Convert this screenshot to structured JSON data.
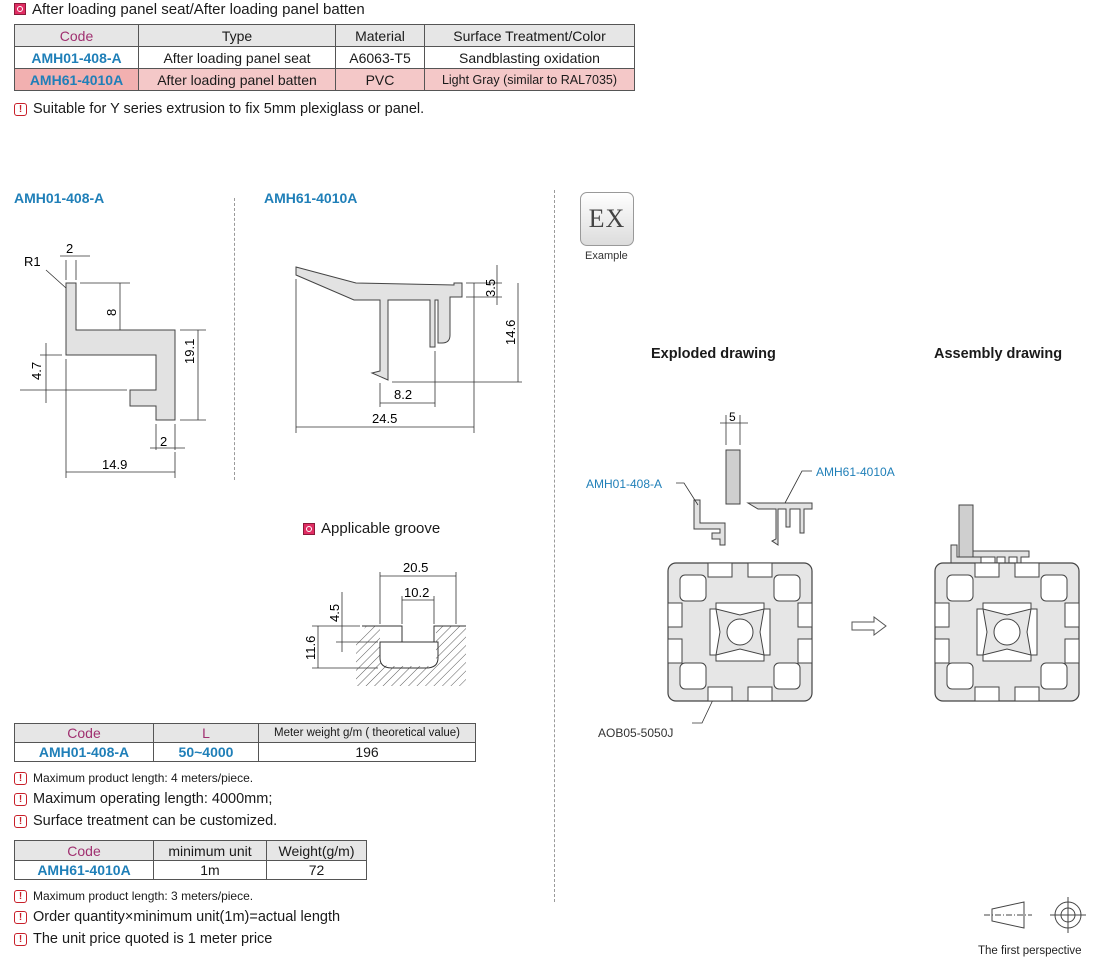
{
  "header": {
    "title": "After loading panel seat/After loading panel batten"
  },
  "spec_table": {
    "headers": [
      "Code",
      "Type",
      "Material",
      "Surface Treatment/Color"
    ],
    "rows": [
      [
        "AMH01-408-A",
        "After loading panel seat",
        "A6063-T5",
        "Sandblasting oxidation"
      ],
      [
        "AMH61-4010A",
        "After loading panel batten",
        "PVC",
        "Light Gray (similar to RAL7035)"
      ]
    ]
  },
  "suitability_note": "Suitable for Y series extrusion to fix 5mm plexiglass or panel.",
  "drawing_left": {
    "title": "AMH01-408-A",
    "dims": {
      "r1": "R1",
      "d2_top": "2",
      "d8": "8",
      "d4_7": "4.7",
      "d19_1": "19.1",
      "d2_bottom": "2",
      "d14_9": "14.9"
    }
  },
  "drawing_mid": {
    "title": "AMH61-4010A",
    "dims": {
      "d3_5": "3.5",
      "d14_6": "14.6",
      "d8_2": "8.2",
      "d24_5": "24.5"
    }
  },
  "groove": {
    "title": "Applicable groove",
    "dims": {
      "d20_5": "20.5",
      "d10_2": "10.2",
      "d4_5": "4.5",
      "d11_6": "11.6"
    }
  },
  "example": {
    "badge": "EX",
    "badge_caption": "Example",
    "exploded_title": "Exploded drawing",
    "assembly_title": "Assembly drawing",
    "dim_5": "5",
    "label_seat": "AMH01-408-A",
    "label_batten": "AMH61-4010A",
    "label_profile": "AOB05-5050J"
  },
  "table_seat": {
    "headers": [
      "Code",
      "L",
      "Meter weight g/m ( theoretical value)"
    ],
    "row": [
      "AMH01-408-A",
      "50~4000",
      "196"
    ],
    "notes": [
      "Maximum product length: 4 meters/piece.",
      "Maximum operating length: 4000mm;",
      "Surface treatment can be customized."
    ]
  },
  "table_batten": {
    "headers": [
      "Code",
      "minimum unit",
      "Weight(g/m)"
    ],
    "row": [
      "AMH61-4010A",
      "1m",
      "72"
    ],
    "notes": [
      "Maximum product length: 3 meters/piece.",
      "Order quantity×minimum unit(1m)=actual length",
      "The unit price quoted is 1 meter price"
    ]
  },
  "perspective_caption": "The first perspective",
  "colors": {
    "code_blue": "#1f7fb8",
    "code_header": "#a03070",
    "accent_pink": "#e02c63",
    "warning_red": "#c8202a",
    "row_highlight": "#f4c8c8"
  },
  "icons": [
    "square-bullet-icon",
    "warning-icon",
    "arrow-right-icon",
    "first-angle-projection-icon"
  ]
}
